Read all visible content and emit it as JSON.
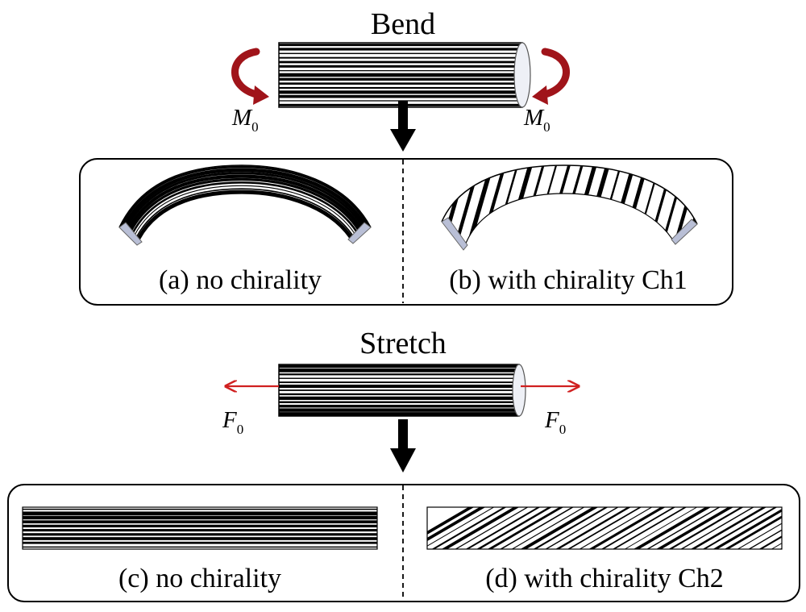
{
  "bend": {
    "title": "Bend",
    "left_moment": {
      "symbol": "M",
      "subscript": "0"
    },
    "right_moment": {
      "symbol": "M",
      "subscript": "0"
    },
    "caption_a": "(a) no chirality",
    "caption_b": "(b) with chirality Ch1"
  },
  "stretch": {
    "title": "Stretch",
    "left_force": {
      "symbol": "F",
      "subscript": "0"
    },
    "right_force": {
      "symbol": "F",
      "subscript": "0"
    },
    "caption_c": "(c) no chirality",
    "caption_d": "(d) with chirality Ch2"
  },
  "colors": {
    "moment_arrow": "#a0141a",
    "force_arrow": "#d02020",
    "flow_arrow": "#000000",
    "end_cap": "#b9bfd6",
    "stripe": "#000000"
  },
  "icons": {
    "moment": "curved-arrow-icon",
    "force": "straight-arrow-icon",
    "flow": "down-arrow-icon"
  }
}
